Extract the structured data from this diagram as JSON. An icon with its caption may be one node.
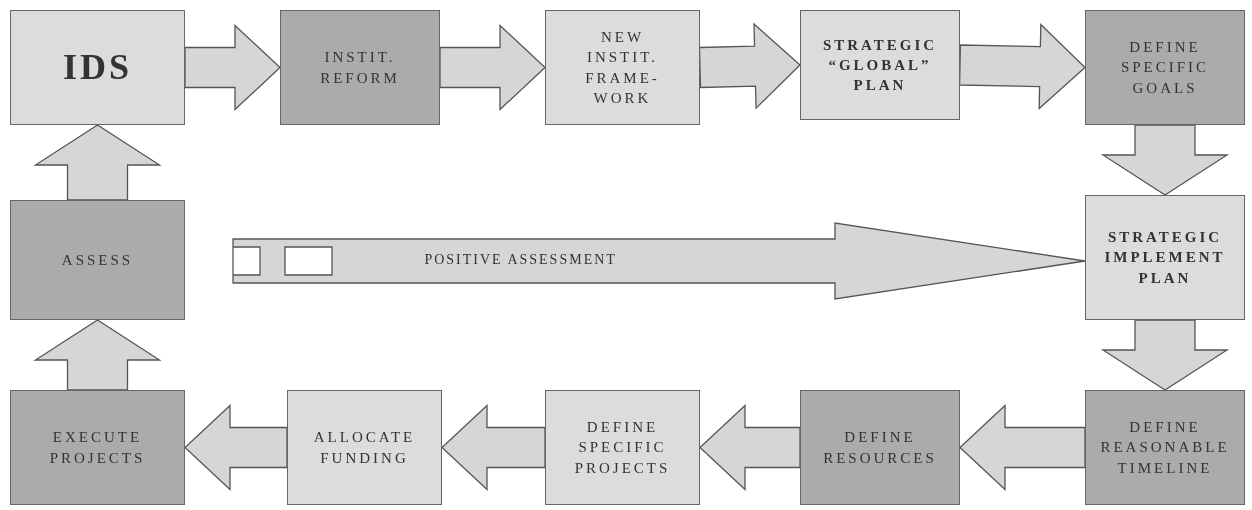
{
  "diagram": {
    "nodes": [
      {
        "text": [
          "IDS"
        ]
      },
      {
        "text": [
          "INSTIT. REFORM"
        ]
      },
      {
        "text": [
          "NEW INSTIT. FRAME-WORK"
        ]
      },
      {
        "text": [
          "STRATEGIC “GLOBAL” PLAN"
        ]
      },
      {
        "text": [
          "DEFINE SPECIFIC GOALS"
        ]
      },
      {
        "text": [
          "ASSESS"
        ]
      },
      {
        "text": [
          "STRATEGIC IMPLEMENT PLAN"
        ]
      },
      {
        "text": [
          "EXECUTE PROJECTS"
        ]
      },
      {
        "text": [
          "ALLOCATE FUNDING"
        ]
      },
      {
        "text": [
          "DEFINE SPECIFIC PROJECTS"
        ]
      },
      {
        "text": [
          "DEFINE RESOURCES"
        ]
      },
      {
        "text": [
          "DEFINE REASONABLE TIMELINE"
        ]
      }
    ],
    "edges": [
      {
        "from": 0,
        "to": 1,
        "arrow": "to"
      },
      {
        "from": 1,
        "to": 2,
        "arrow": "to"
      },
      {
        "from": 2,
        "to": 3,
        "arrow": "to"
      },
      {
        "from": 3,
        "to": 4,
        "arrow": "to"
      },
      {
        "from": 4,
        "to": 6,
        "arrow": "to"
      },
      {
        "from": 6,
        "to": 11,
        "arrow": "to"
      },
      {
        "from": 11,
        "to": 10,
        "arrow": "to"
      },
      {
        "from": 10,
        "to": 9,
        "arrow": "to"
      },
      {
        "from": 9,
        "to": 8,
        "arrow": "to"
      },
      {
        "from": 8,
        "to": 7,
        "arrow": "to"
      },
      {
        "from": 7,
        "to": 5,
        "arrow": "to"
      },
      {
        "from": 5,
        "to": 0,
        "arrow": "to"
      },
      {
        "from": 5,
        "to": 6,
        "arrow": "to",
        "label": "POSITIVE ASSESSMENT",
        "style": "dashed"
      }
    ]
  }
}
